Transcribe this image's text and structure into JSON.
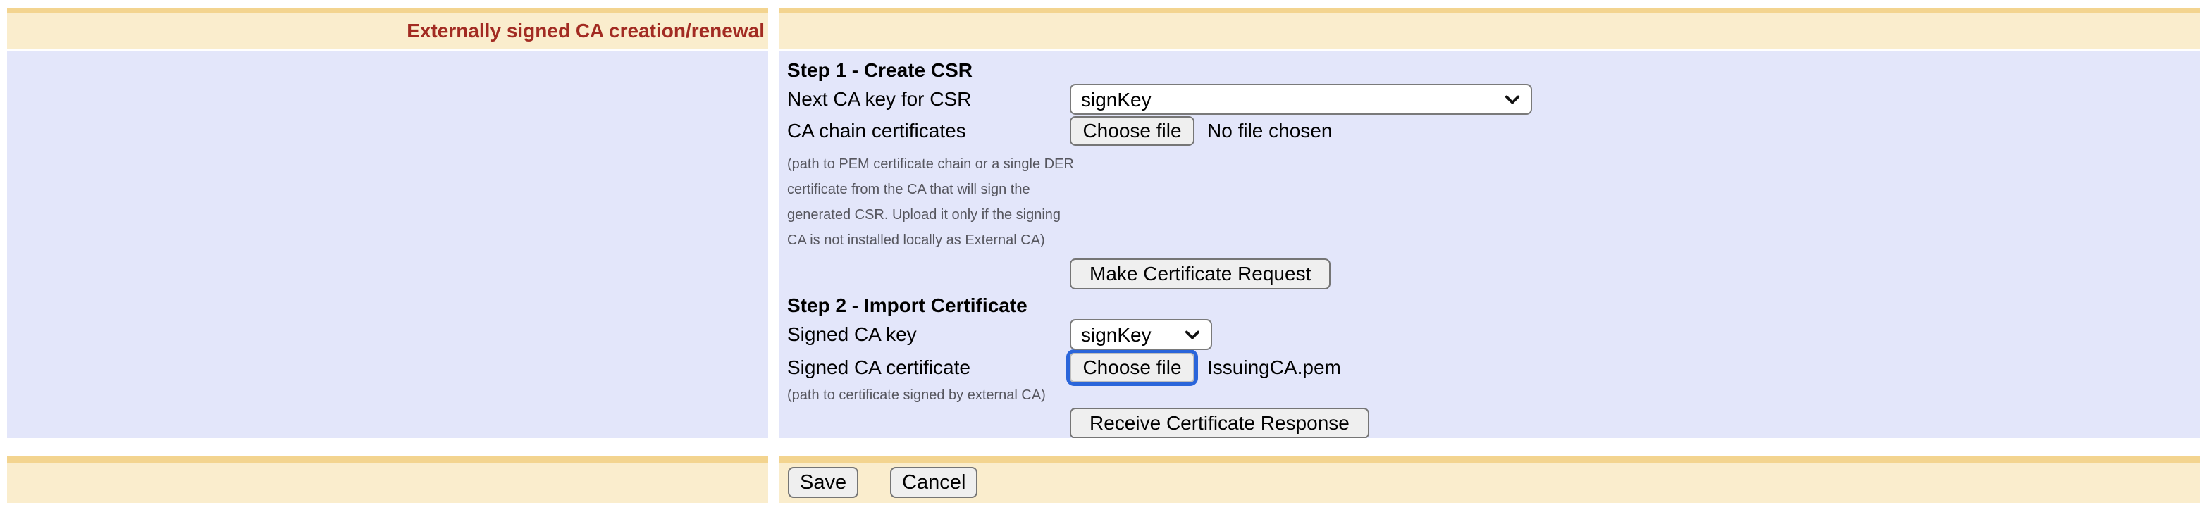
{
  "title_bar": {
    "title": "Externally signed CA creation/renewal"
  },
  "step1": {
    "heading": "Step 1 - Create CSR",
    "next_key_label": "Next CA key for CSR",
    "next_key_value": "signKey",
    "chain_label": "CA chain certificates",
    "chain_button": "Choose file",
    "chain_status": "No file chosen",
    "note_lines": [
      "(path to PEM certificate chain or a single DER",
      "certificate from the CA that will sign the",
      "generated CSR. Upload it only if the signing",
      "CA is not installed locally as External CA)"
    ],
    "action": "Make Certificate Request"
  },
  "step2": {
    "heading": "Step 2 - Import Certificate",
    "key_label": "Signed CA key",
    "key_value": "signKey",
    "cert_label": "Signed CA certificate",
    "cert_button": "Choose file",
    "cert_file": "IssuingCA.pem",
    "note": "(path to certificate signed by external CA)",
    "action": "Receive Certificate Response"
  },
  "footer": {
    "save": "Save",
    "cancel": "Cancel"
  },
  "colors": {
    "header_tan": "#FAEDCD",
    "header_tan_dark": "#F3D48F",
    "panel_lavender": "#E3E6FA",
    "title_red": "#A22B22",
    "focus_blue": "#2A65DA"
  }
}
